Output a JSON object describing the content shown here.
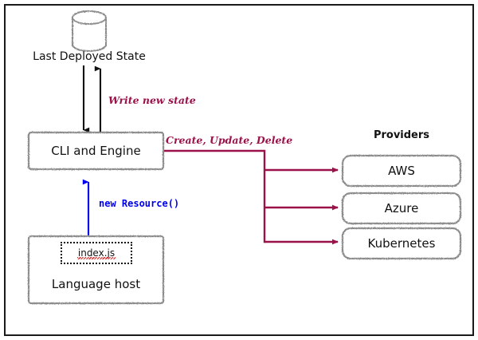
{
  "diagram": {
    "title": "Pulumi CLI and Engine architecture diagram",
    "colors": {
      "annotation_maroon": "#9B1149",
      "code_blue": "#0000EE",
      "node_stroke_grey": "#8c8c8c",
      "arrow_black": "#111111",
      "spellcheck_red": "#e01b1b",
      "background": "#ffffff",
      "frame": "#1a1a1a"
    },
    "nodes": {
      "database": {
        "icon": "database-cylinder-icon",
        "label": "Last Deployed State"
      },
      "cli_engine": {
        "label": "CLI and Engine"
      },
      "language_host": {
        "label": "Language host",
        "file_label": "index.js"
      },
      "providers_heading": "Providers",
      "providers": [
        {
          "label": "AWS"
        },
        {
          "label": "Azure"
        },
        {
          "label": "Kubernetes"
        }
      ]
    },
    "edges": [
      {
        "id": "write-new-state",
        "label": "Write new state",
        "from": "cli_engine",
        "to": "database",
        "style": "bidirectional-black"
      },
      {
        "id": "new-resource",
        "label": "new Resource()",
        "from": "language_host",
        "to": "cli_engine",
        "style": "blue-arrow-up"
      },
      {
        "id": "create-update-delete",
        "label": "Create, Update, Delete",
        "from": "cli_engine",
        "to": "providers",
        "style": "maroon-branching"
      }
    ]
  }
}
